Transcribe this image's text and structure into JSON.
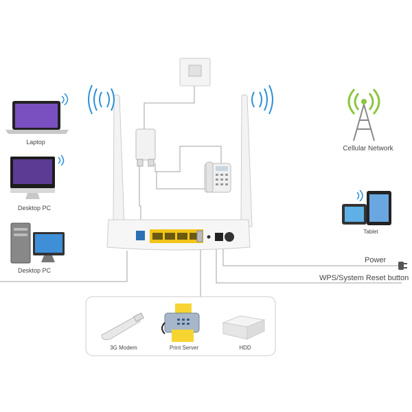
{
  "devices": {
    "laptop": "Laptop",
    "desktop_monitor": "Desktop PC",
    "desktop_tower": "Desktop PC",
    "cellular": "Cellular Network",
    "tablet": "Tablet"
  },
  "callouts": {
    "power": "Power",
    "wps": "WPS/System Reset button"
  },
  "usb_devices": [
    "3G Modem",
    "Print Server",
    "HDD"
  ],
  "colors": {
    "lan_ports": "#f2c418",
    "wan_port": "#2d6fb5",
    "line": "#9a9a9a",
    "wifi": "#2a8fd6"
  }
}
